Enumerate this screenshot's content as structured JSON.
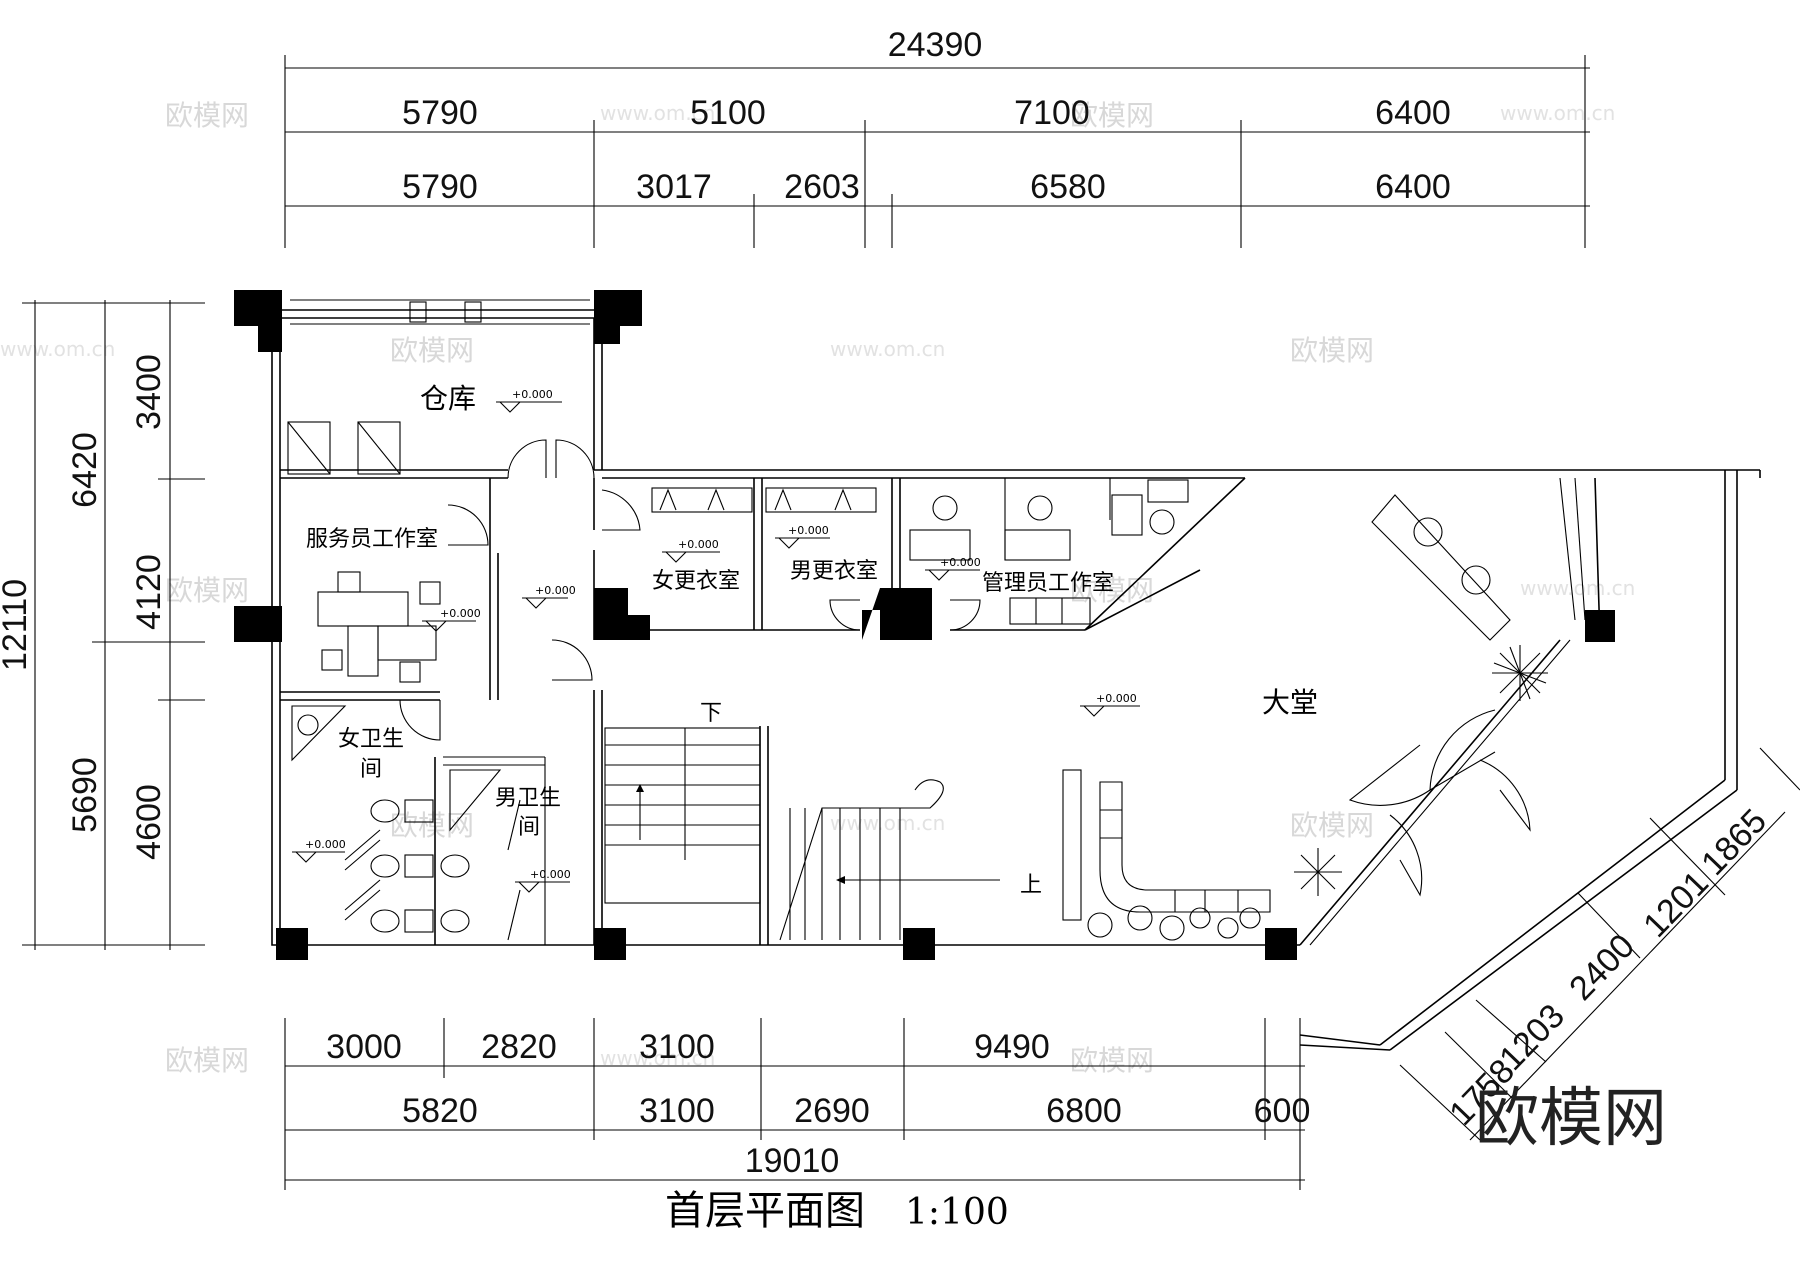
{
  "title": {
    "name": "首层平面图",
    "scale": "1:100"
  },
  "top_dims": {
    "overall": "24390",
    "row1": [
      "5790",
      "5100",
      "7100",
      "6400"
    ],
    "row2": [
      "5790",
      "3017",
      "2603",
      "6580",
      "6400"
    ]
  },
  "bottom_dims": {
    "row1": [
      "3000",
      "2820",
      "3100",
      "9490"
    ],
    "row2": [
      "5820",
      "3100",
      "2690",
      "6800",
      "600"
    ],
    "overall": "19010"
  },
  "left_dims": {
    "overall": "12110",
    "col1": [
      "6420",
      "5690"
    ],
    "col2": [
      "3400",
      "4120",
      "4600"
    ]
  },
  "diag_dims": [
    "1865",
    "1201",
    "2400",
    "1203",
    "1758"
  ],
  "rooms": {
    "warehouse": "仓库",
    "service_office": "服务员工作室",
    "female_wc_1": "女卫生",
    "female_wc_2": "间",
    "male_wc_1": "男卫生",
    "male_wc_2": "间",
    "female_locker": "女更衣室",
    "male_locker": "男更衣室",
    "admin_office": "管理员工作室",
    "lobby": "大堂"
  },
  "stairs": {
    "down": "下",
    "up": "上"
  },
  "level": "+0.000",
  "watermark": {
    "text": "欧模网",
    "url": "www.om.cn"
  },
  "logo": "欧模网"
}
